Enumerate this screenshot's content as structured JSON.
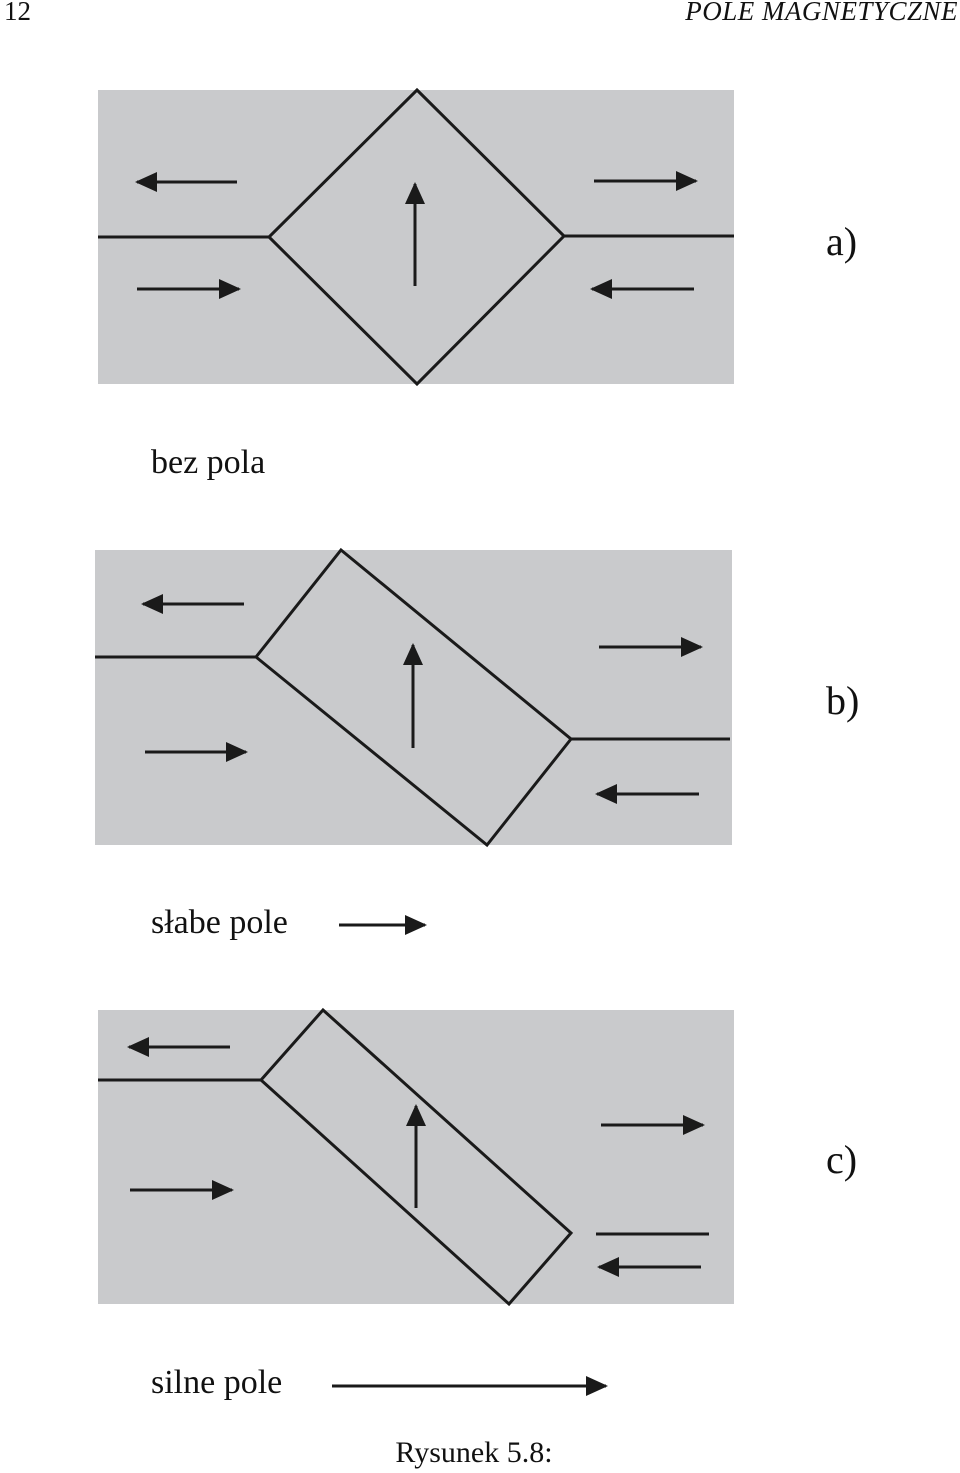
{
  "header": {
    "page_number": "12",
    "running_title": "POLE MAGNETYCZNE"
  },
  "panels": [
    {
      "label": "a)",
      "caption": "bez pola"
    },
    {
      "label": "b)",
      "caption": "słabe pole"
    },
    {
      "label": "c)",
      "caption": "silne pole"
    }
  ],
  "figure_caption": "Rysunek 5.8:",
  "colors": {
    "panel_fill": "#c9cacc",
    "line": "#1a1a1a",
    "background": "#ffffff"
  }
}
